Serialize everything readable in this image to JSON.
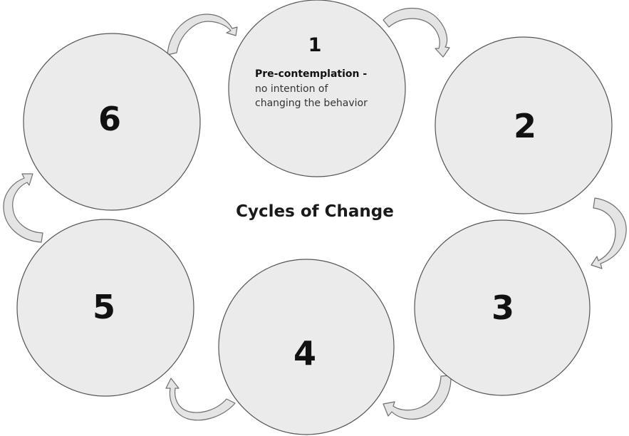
{
  "title": "Cycles of Change",
  "stages": [
    {
      "number": "1",
      "label": "Pre-contemplation -",
      "description_lines": [
        "no intention of",
        "changing the behavior"
      ]
    },
    {
      "number": "2"
    },
    {
      "number": "3"
    },
    {
      "number": "4"
    },
    {
      "number": "5"
    },
    {
      "number": "6"
    }
  ],
  "colors": {
    "circle_fill": "#ebebeb",
    "circle_stroke": "#555555",
    "arrow_fill": "#e4e4e4",
    "text": "#111111"
  },
  "icons": {
    "connector": "curved-arrow-icon"
  }
}
